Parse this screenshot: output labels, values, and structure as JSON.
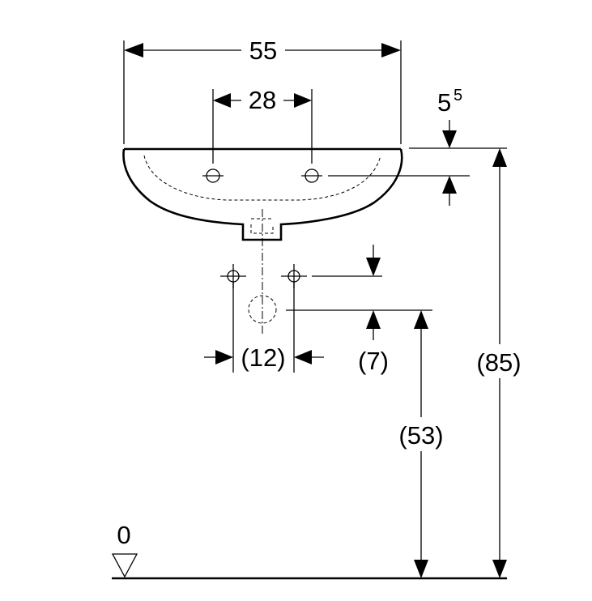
{
  "dimensions": {
    "overall_width": "55",
    "tap_hole_spacing": "28",
    "rim_height_main": "5",
    "rim_height_sup": "5",
    "waste_spacing": "(12)",
    "waste_offset": "(7)",
    "waste_height": "(53)",
    "rim_height_total": "(85)",
    "floor_level": "0"
  }
}
